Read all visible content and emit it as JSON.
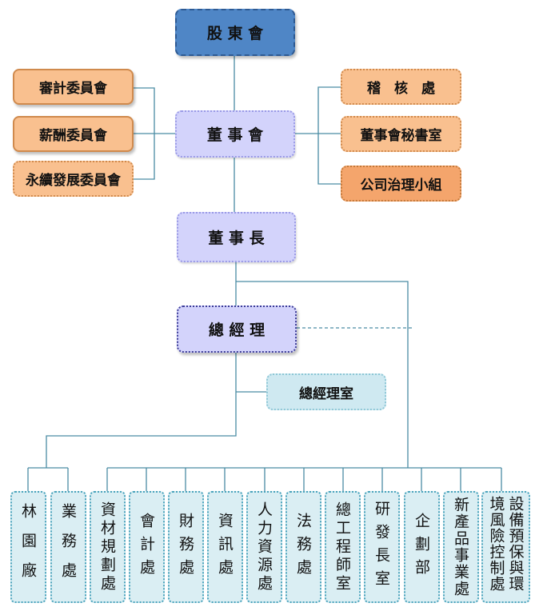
{
  "nodes": {
    "shareholders": "股 東 會",
    "board": "董 事 會",
    "chairman": "董 事 長",
    "gm": "總 經 理",
    "gm_office": "總經理室",
    "audit_committee": "審計委員會",
    "remuneration_committee": "薪酬委員會",
    "sustainability_committee": "永續發展委員會",
    "internal_audit": "稽　核　處",
    "board_secretariat": "董事會秘書室",
    "governance_team": "公司治理小組"
  },
  "departments": [
    "林園廠",
    "業務處",
    "資材規劃處",
    "會計處",
    "財務處",
    "資訊處",
    "人力資源處",
    "法務處",
    "總工程師室",
    "研發長室",
    "企劃部",
    "新產品事業處",
    "設備預保與環境風險控制處"
  ]
}
